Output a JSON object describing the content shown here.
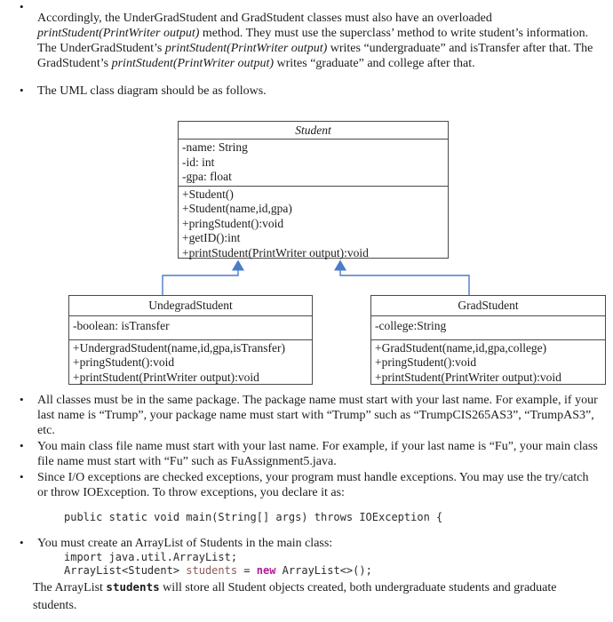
{
  "colors": {
    "arrow_blue": "#4a7cc7",
    "code_variable": "#8d5a57",
    "code_keyword": "#b01d9a",
    "text": "#1c1c1c",
    "box_border": "#4a4a4a"
  },
  "bullets": {
    "b1": {
      "s0": "Accordingly, the UnderGradStudent and GradStudent classes must also have an overloaded ",
      "s1": "printStudent(PrintWriter output)",
      "s2": " method. They must use the superclass’ method to write student’s information. The UnderGradStudent’s ",
      "s3": "printStudent(PrintWriter output)",
      "s4": " writes “undergraduate” and isTransfer after that. The GradStudent’s ",
      "s5": "printStudent(PrintWriter output)",
      "s6": " writes “graduate” and college after that.",
      "marker": "•"
    },
    "b2": "The UML class diagram should be as follows.",
    "b3": "All classes must be in the same package. The package name must start with your last name. For example, if your last name is “Trump”, your package name must start with “Trump” such as “TrumpCIS265AS3”, “TrumpAS3”, etc.",
    "b4": "You main class file name must start with your last name. For example, if your last name is “Fu”, your main class file name must start with “Fu” such as FuAssignment5.java.",
    "b5": "Since I/O exceptions are checked exceptions, your program must handle exceptions. You may use the try/catch or throw IOException. To throw exceptions, you declare it as:",
    "b6_intro": "You must create an ArrayList of Students in the main class:"
  },
  "code": {
    "main_signature": "public static void main(String[] args) throws IOException {",
    "import_line": "import java.util.ArrayList;",
    "arraylist_line": {
      "part1": "ArrayList<Student> ",
      "variable": "students",
      "equals": " = ",
      "keyword": "new",
      "part2": " ArrayList<>();"
    }
  },
  "closing": {
    "pre": "The ArrayList ",
    "mono": "students",
    "post": " will store all Student objects created, both undergraduate students and graduate students."
  },
  "diagram": {
    "student": {
      "title": "Student",
      "fields": [
        "-name: String",
        "-id: int",
        "-gpa: float"
      ],
      "methods": [
        "+Student()",
        "+Student(name,id,gpa)",
        "+pringStudent():void",
        "+getID():int",
        "+printStudent(PrintWriter output):void"
      ]
    },
    "undergrad": {
      "title": "UndegradStudent",
      "fields": [
        "-boolean: isTransfer"
      ],
      "methods": [
        "+UndergradStudent(name,id,gpa,isTransfer)",
        "+pringStudent():void",
        "+printStudent(PrintWriter output):void"
      ]
    },
    "grad": {
      "title": "GradStudent",
      "fields": [
        "-college:String"
      ],
      "methods": [
        "+GradStudent(name,id,gpa,college)",
        "+pringStudent():void",
        "+printStudent(PrintWriter output):void"
      ]
    }
  }
}
